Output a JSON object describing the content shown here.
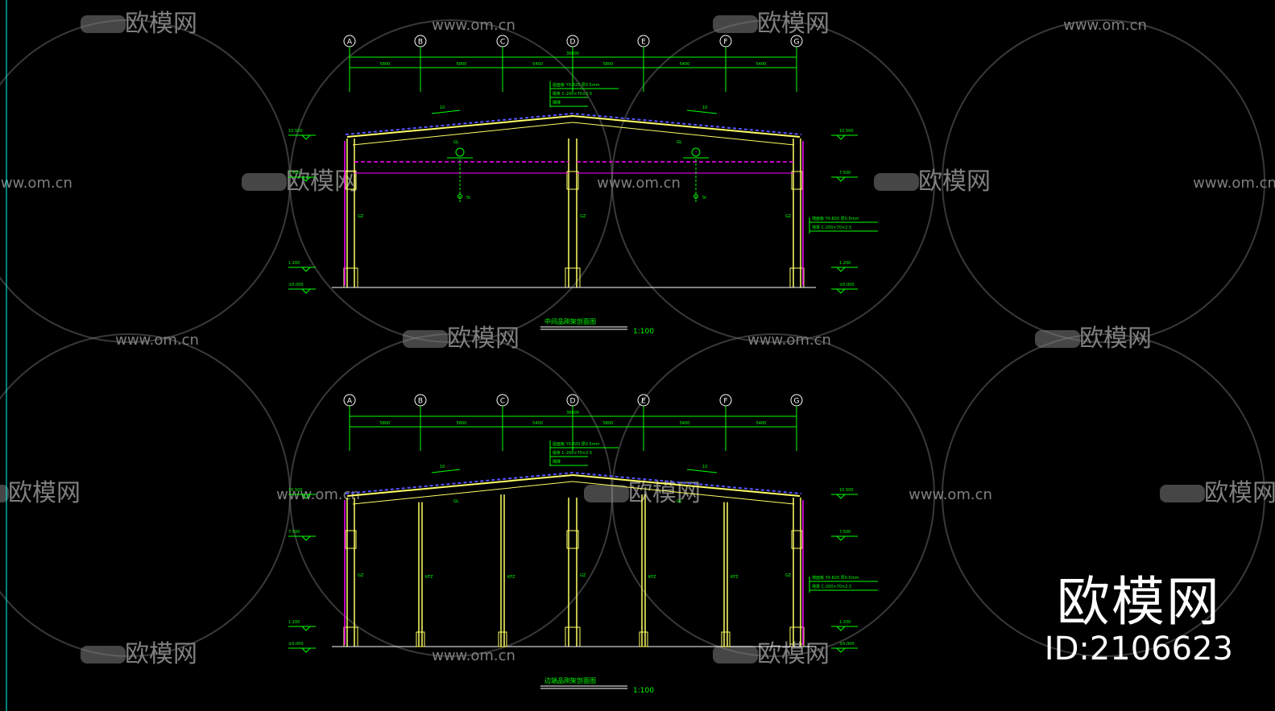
{
  "colors": {
    "background": "#000000",
    "grid": "#00ff00",
    "structure": "#ffff66",
    "roof": "#5555ff",
    "crane": "#ff00ff",
    "text": "#00ffff",
    "watermark": "#7f7f7f"
  },
  "axes": [
    "A",
    "B",
    "C",
    "D",
    "E",
    "F",
    "G"
  ],
  "bay_dims": [
    "5800",
    "5800",
    "5400",
    "5800",
    "5400",
    "5400"
  ],
  "total_dim": "36000",
  "roof_notes": [
    "屋面板 YX-820 厚0.5mm",
    "檩条 C-200×70×2.5",
    "隅撑"
  ],
  "wall_notes": [
    "墙面板 YX-820 厚0.5mm",
    "墙梁 C-200×70×2.5"
  ],
  "slope": "10",
  "elevations": [
    "10.500",
    "7.500",
    "1.200",
    "±0.000"
  ],
  "members": {
    "beam": "GL",
    "column": "GZ",
    "wind_column": "KFZ",
    "crane": "吊车",
    "crane_label": "5t"
  },
  "sections": [
    {
      "title": "中间品刚架剖面图",
      "scale": "1:100"
    },
    {
      "title": "边端品刚架剖面图",
      "scale": "1:100"
    }
  ],
  "watermark": {
    "site": "www.om.cn",
    "brand": "欧模网"
  },
  "brand_badge": {
    "name": "欧模网",
    "id": "ID:2106623"
  }
}
